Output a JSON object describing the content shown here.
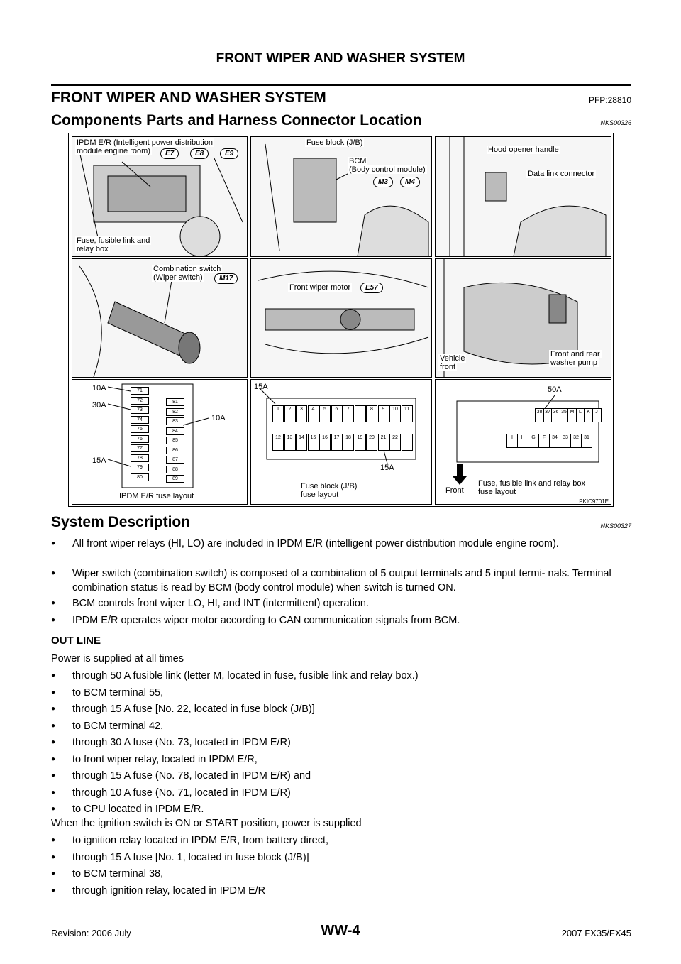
{
  "header": {
    "title": "FRONT WIPER AND WASHER SYSTEM"
  },
  "main": {
    "title": "FRONT WIPER AND WASHER SYSTEM",
    "pfp": "PFP:28810"
  },
  "components": {
    "title": "Components Parts and Harness Connector Location",
    "code": "NKS00326"
  },
  "figure": {
    "code": "PKIC9701E",
    "p1": {
      "label1": "IPDM E/R (Intelligent power distribution",
      "label2": "module engine room)",
      "c1": "E7",
      "c2": "E8",
      "c3": "E9",
      "bottom1": "Fuse, fusible link and",
      "bottom2": "relay box"
    },
    "p2": {
      "label1": "Fuse block (J/B)",
      "label2": "BCM",
      "label3": "(Body control module)",
      "c1": "M3",
      "c2": "M4"
    },
    "p3": {
      "label1": "Hood opener handle",
      "label2": "Data link connector"
    },
    "p4": {
      "label1": "Combination switch",
      "label2": "(Wiper switch)",
      "c1": "M17"
    },
    "p5": {
      "label1": "Front wiper motor",
      "c1": "E57"
    },
    "p6": {
      "label1": "Vehicle",
      "label2": "front",
      "label3": "Front and rear",
      "label4": "washer pump"
    },
    "p7": {
      "a1": "10A",
      "a2": "30A",
      "a3": "15A",
      "a4": "10A",
      "caption": "IPDM E/R fuse layout",
      "left": [
        "71",
        "72",
        "73",
        "74",
        "75",
        "76",
        "77",
        "78",
        "79",
        "80"
      ],
      "right": [
        "81",
        "82",
        "83",
        "84",
        "85",
        "86",
        "87",
        "88",
        "89"
      ]
    },
    "p8": {
      "a1": "15A",
      "a2": "15A",
      "caption1": "Fuse block (J/B)",
      "caption2": "fuse layout",
      "row1": [
        "1",
        "2",
        "3",
        "4",
        "5",
        "6",
        "7",
        "",
        "8",
        "9",
        "10",
        "11"
      ],
      "row2": [
        "12",
        "13",
        "14",
        "15",
        "16",
        "17",
        "18",
        "19",
        "20",
        "21",
        "22",
        ""
      ]
    },
    "p9": {
      "a1": "50A",
      "front": "Front",
      "caption1": "Fuse, fusible link and relay box",
      "caption2": "fuse layout",
      "row1": [
        "38",
        "37",
        "36",
        "35",
        "M",
        "L",
        "K",
        "J"
      ],
      "row2": [
        "I",
        "H",
        "G",
        "F",
        "34",
        "33",
        "32",
        "31"
      ]
    }
  },
  "system": {
    "title": "System Description",
    "code": "NKS00327",
    "bullets": [
      "All front wiper relays (HI, LO) are included in IPDM E/R (intelligent power distribution module engine room).",
      "Wiper switch (combination switch) is composed of a combination of 5 output terminals and 5 input termi- nals. Terminal combination status is read by BCM (body control module) when switch is turned ON.",
      "BCM controls front wiper LO, HI, and INT (intermittent) operation.",
      "IPDM E/R operates wiper motor according to CAN communication signals from BCM."
    ]
  },
  "outline": {
    "title": "OUT LINE",
    "intro": "Power is supplied at all times",
    "bullets": [
      "through 50 A fusible link (letter M, located in fuse, fusible link and relay box.)",
      "to BCM terminal 55,",
      "through 15 A fuse [No. 22, located in fuse block (J/B)]",
      "to BCM terminal 42,",
      "through 30 A fuse (No. 73, located in IPDM E/R)",
      "to front wiper relay, located in IPDM E/R,",
      "through 15 A fuse (No. 78, located in IPDM E/R) and",
      "through 10 A fuse (No. 71, located in IPDM E/R)",
      "to CPU located in IPDM E/R."
    ],
    "ign_intro": "When the ignition switch is ON or START position, power is supplied",
    "ign_bullets": [
      "to ignition relay located in IPDM E/R, from battery direct,",
      "through 15 A fuse [No. 1, located in fuse block (J/B)]",
      "to BCM terminal 38,",
      "through ignition relay, located in IPDM E/R"
    ]
  },
  "footer": {
    "page": "WW-4",
    "revision": "Revision: 2006 July",
    "model": "2007 FX35/FX45"
  }
}
